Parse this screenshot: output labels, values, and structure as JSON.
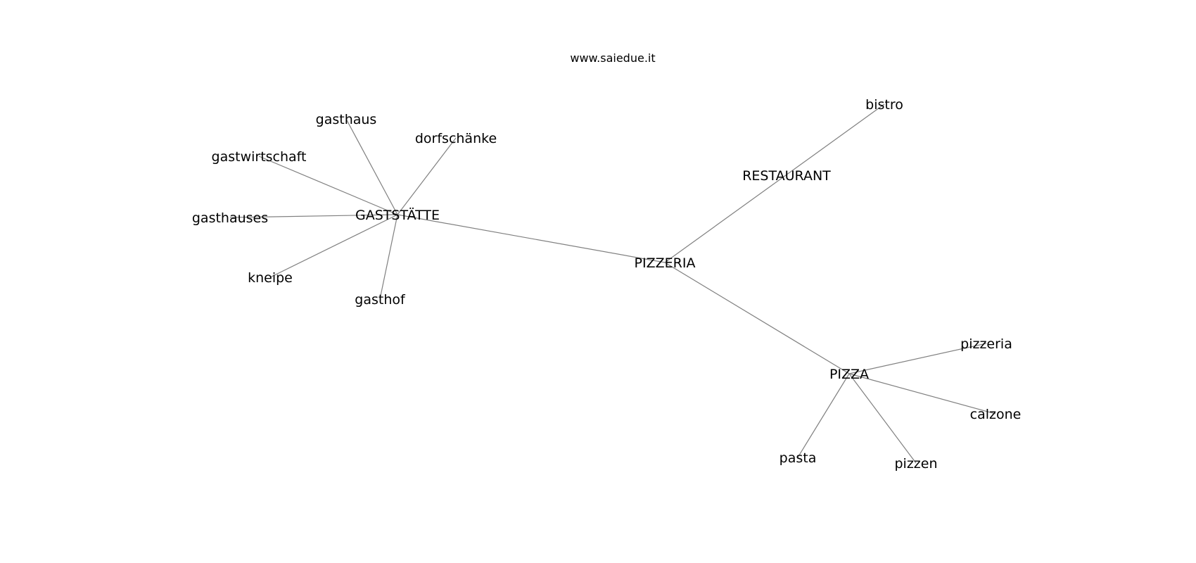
{
  "watermark": "www.saiedue.it",
  "colors": {
    "edge": "#808080",
    "label": "#000000",
    "background": "#ffffff"
  },
  "graph": {
    "nodes": [
      {
        "id": "pizzeria_hub",
        "label": "PIZZERIA"
      },
      {
        "id": "restaurant",
        "label": "RESTAURANT"
      },
      {
        "id": "bistro",
        "label": "bistro"
      },
      {
        "id": "gaststatte",
        "label": "GASTSTÄTTE"
      },
      {
        "id": "gasthaus",
        "label": "gasthaus"
      },
      {
        "id": "dorfschanke",
        "label": "dorfschänke"
      },
      {
        "id": "gastwirtschaft",
        "label": "gastwirtschaft"
      },
      {
        "id": "gasthauses",
        "label": "gasthauses"
      },
      {
        "id": "kneipe",
        "label": "kneipe"
      },
      {
        "id": "gasthof",
        "label": "gasthof"
      },
      {
        "id": "pizza",
        "label": "PIZZA"
      },
      {
        "id": "pizzeria_leaf",
        "label": "pizzeria"
      },
      {
        "id": "calzone",
        "label": "calzone"
      },
      {
        "id": "pizzen",
        "label": "pizzen"
      },
      {
        "id": "pasta",
        "label": "pasta"
      }
    ],
    "edges": [
      [
        "gaststatte",
        "pizzeria_hub"
      ],
      [
        "pizzeria_hub",
        "bistro"
      ],
      [
        "pizzeria_hub",
        "pizza"
      ],
      [
        "gaststatte",
        "gasthaus"
      ],
      [
        "gaststatte",
        "dorfschanke"
      ],
      [
        "gaststatte",
        "gastwirtschaft"
      ],
      [
        "gaststatte",
        "gasthauses"
      ],
      [
        "gaststatte",
        "kneipe"
      ],
      [
        "gaststatte",
        "gasthof"
      ],
      [
        "pizza",
        "pizzeria_leaf"
      ],
      [
        "pizza",
        "calzone"
      ],
      [
        "pizza",
        "pizzen"
      ],
      [
        "pizza",
        "pasta"
      ]
    ]
  }
}
